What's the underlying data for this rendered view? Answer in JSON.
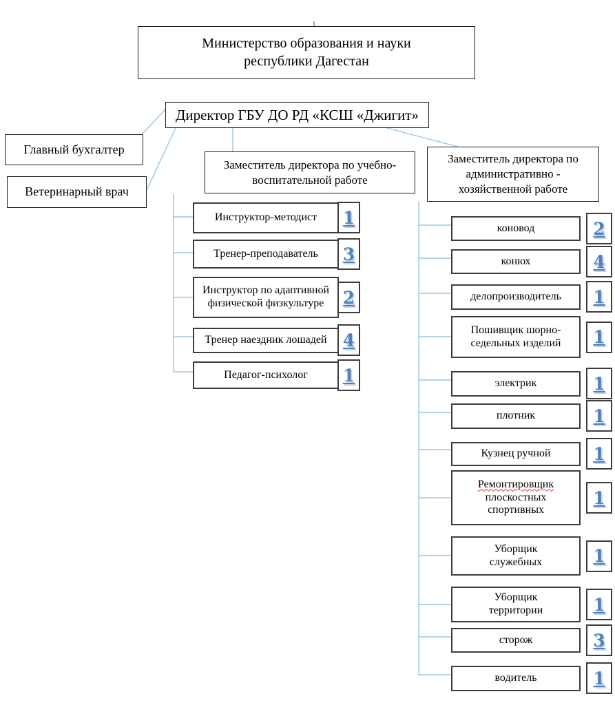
{
  "colors": {
    "connector": "#9dc3e6",
    "box_border": "#3c3c3c",
    "number_color": "#4f81bd",
    "number_shadow": "#c3d4ec",
    "misspell_underline": "#e03c31"
  },
  "ministry": {
    "label": "Министерство образования и науки\nреспублики Дагестан"
  },
  "director": {
    "label": "Директор ГБУ ДО РД «КСШ «Джигит»"
  },
  "staff_left": [
    {
      "label": "Главный бухгалтер"
    },
    {
      "label": "Ветеринарный врач"
    }
  ],
  "branches": [
    {
      "id": "education",
      "label": "Заместитель директора по учебно-\nвоспитательной работе",
      "children": [
        {
          "label": "Инструктор-методист",
          "count": "1"
        },
        {
          "label": "Тренер-преподаватель",
          "count": "3"
        },
        {
          "label": "Инструктор по адаптивной\nфизической физкультуре",
          "count": "2"
        },
        {
          "label": "Тренер наездник лошадей",
          "count": "4"
        },
        {
          "label": "Педагог-психолог",
          "count": "1"
        }
      ]
    },
    {
      "id": "administrative",
      "label": "Заместитель директора по\nадминистративно -\nхозяйственной работе",
      "children": [
        {
          "label": "коновод",
          "count": "2"
        },
        {
          "label": "конюх",
          "count": "4"
        },
        {
          "label": "делопроизводитель",
          "count": "1"
        },
        {
          "label": "Пошивщик шорно-\nседельных изделий",
          "count": "1"
        },
        {
          "label": "электрик",
          "count": "1"
        },
        {
          "label": "плотник",
          "count": "1"
        },
        {
          "label": "Кузнец ручной",
          "count": "1"
        },
        {
          "label": "Ремонтировщик\nплоскостных\nспортивных",
          "count": "1",
          "misspelled_word": "Ремонтировщик"
        },
        {
          "label": "Уборщик\nслужебных",
          "count": "1"
        },
        {
          "label": "Уборщик\nтерритории",
          "count": "1"
        },
        {
          "label": "сторож",
          "count": "3"
        },
        {
          "label": "водитель",
          "count": "1"
        }
      ]
    }
  ]
}
